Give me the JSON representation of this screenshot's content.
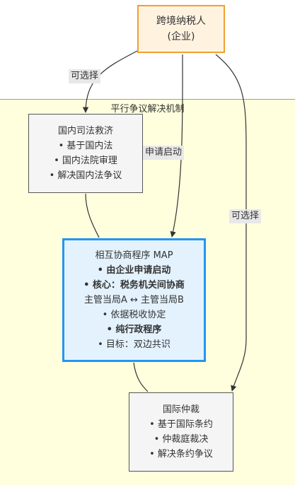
{
  "cluster": {
    "title": "平行争议解决机制"
  },
  "nodes": {
    "taxpayer": {
      "lines": [
        "跨境纳税人",
        "(企业)"
      ]
    },
    "domestic": {
      "lines": [
        "国内司法救济",
        "• 基于国内法",
        "• 国内法院审理",
        "• 解决国内法争议"
      ]
    },
    "map": {
      "lines": [
        "相互协商程序 MAP",
        "• 由企业申请启动",
        "• 核心：税务机关间协商",
        "主管当局A ↔ 主管当局B",
        "• 依据税收协定",
        "• 纯行政程序",
        "• 目标：双边共识"
      ]
    },
    "arbitration": {
      "lines": [
        "国际仲裁",
        "• 基于国际条约",
        "• 仲裁庭裁决",
        "• 解决条约争议"
      ]
    }
  },
  "edges": {
    "taxpayer_to_domestic": "可选择",
    "taxpayer_to_map": "申请启动",
    "taxpayer_to_arbitration": "可选择"
  },
  "colors": {
    "taxpayer_fill": "#fff3e0",
    "taxpayer_border": "#f0a030",
    "map_fill": "#e3f2fd",
    "map_border": "#2196f3",
    "node_fill": "#f5f5f5",
    "node_border": "#555555",
    "cluster_fill": "#ffffde",
    "edge": "#333333"
  }
}
